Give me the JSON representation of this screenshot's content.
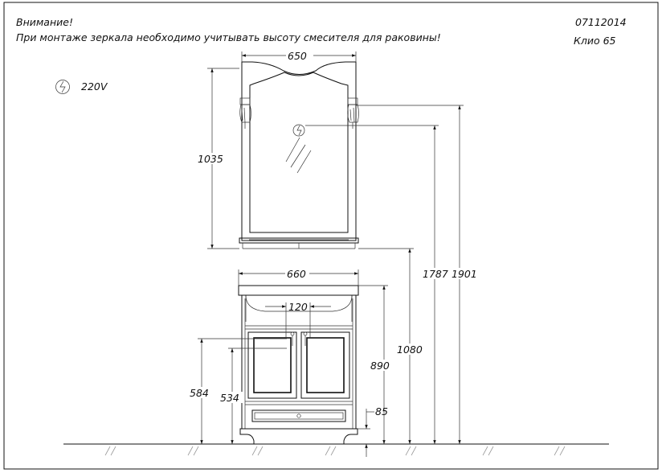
{
  "header": {
    "warning_title": "Внимание!",
    "warning_text": "При монтаже зеркала необходимо учитывать высоту смесителя для раковины!",
    "doc_code": "07112014",
    "model": "Клио  65"
  },
  "legend": {
    "voltage": "220V",
    "icon": "electric-outlet-icon"
  },
  "dimensions": {
    "mirror_width": "650",
    "mirror_height": "1035",
    "cabinet_width": "660",
    "tap_spacing": "120",
    "height_1787": "1787",
    "height_1901": "1901",
    "height_1080": "1080",
    "cabinet_height": "890",
    "height_584": "584",
    "height_534": "534",
    "plinth_85": "85"
  }
}
